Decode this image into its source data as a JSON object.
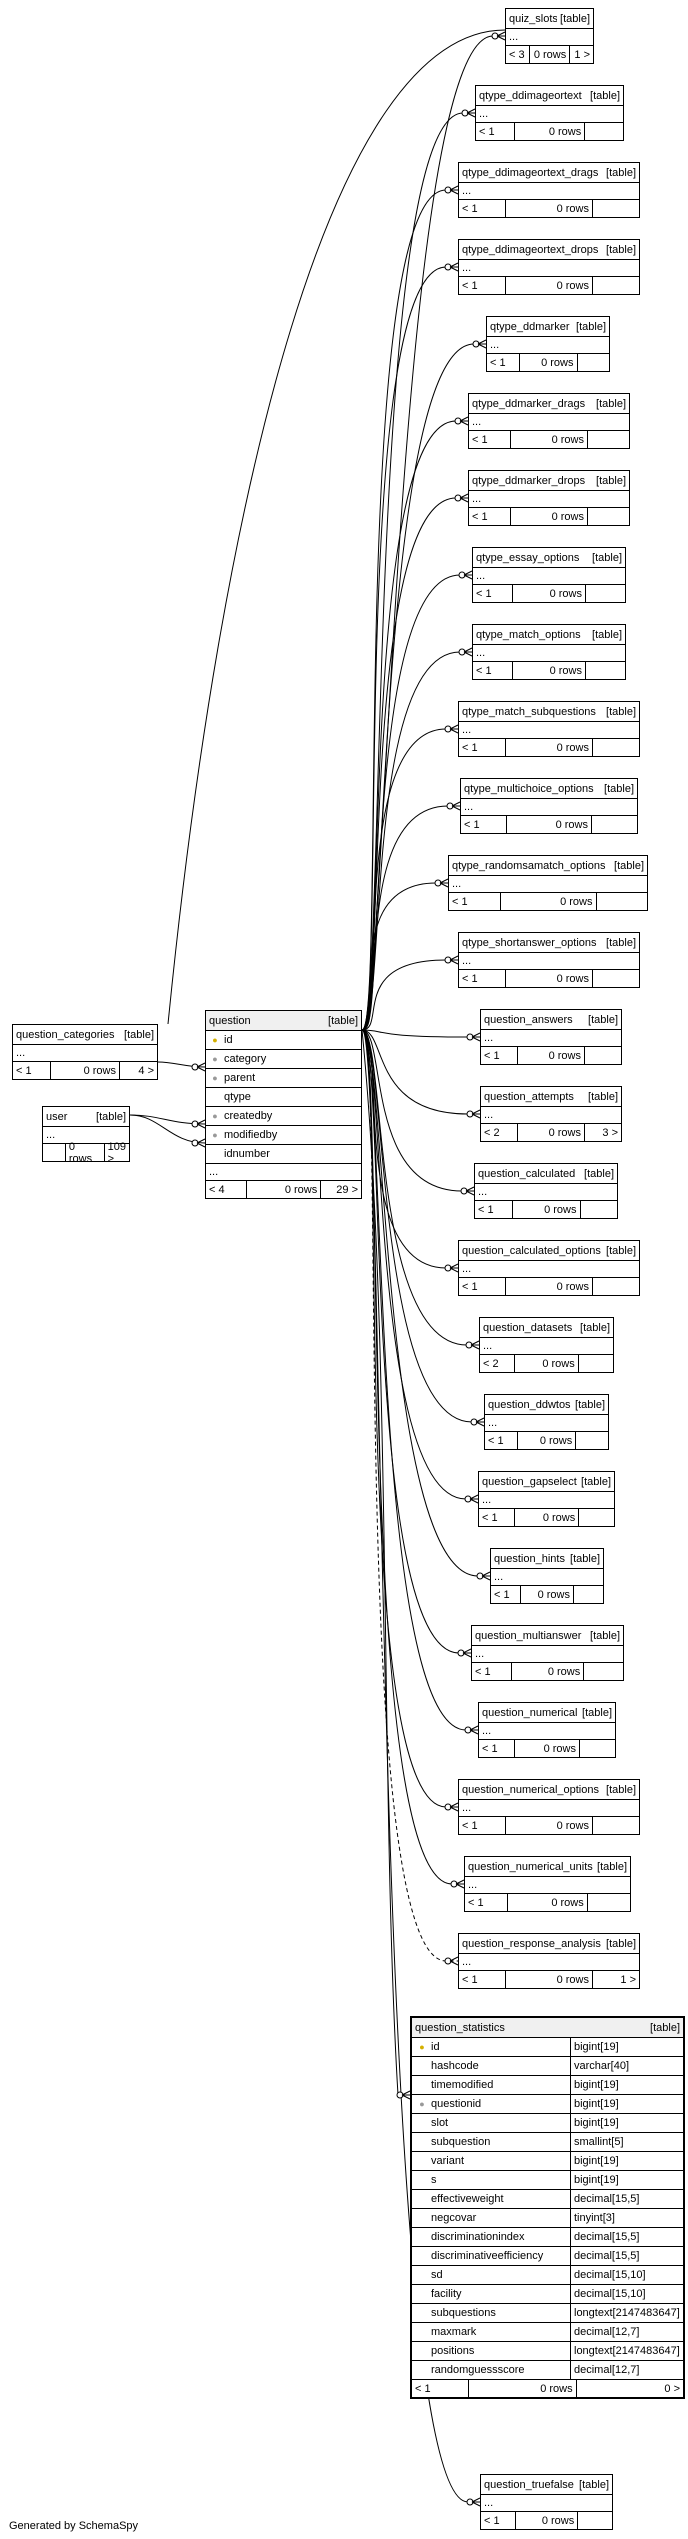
{
  "tables": [
    {
      "id": "quiz_slots",
      "name": "quiz_slots",
      "kind": "[table]",
      "ellipsis": "...",
      "foot": [
        "< 3",
        "0 rows",
        "1 >"
      ]
    },
    {
      "id": "qtype_ddimageortext",
      "name": "qtype_ddimageortext",
      "kind": "[table]",
      "ellipsis": "...",
      "foot": [
        "< 1",
        "0 rows",
        ""
      ]
    },
    {
      "id": "qtype_ddimageortext_drags",
      "name": "qtype_ddimageortext_drags",
      "kind": "[table]",
      "ellipsis": "...",
      "foot": [
        "< 1",
        "0 rows",
        ""
      ]
    },
    {
      "id": "qtype_ddimageortext_drops",
      "name": "qtype_ddimageortext_drops",
      "kind": "[table]",
      "ellipsis": "...",
      "foot": [
        "< 1",
        "0 rows",
        ""
      ]
    },
    {
      "id": "qtype_ddmarker",
      "name": "qtype_ddmarker",
      "kind": "[table]",
      "ellipsis": "...",
      "foot": [
        "< 1",
        "0 rows",
        ""
      ]
    },
    {
      "id": "qtype_ddmarker_drags",
      "name": "qtype_ddmarker_drags",
      "kind": "[table]",
      "ellipsis": "...",
      "foot": [
        "< 1",
        "0 rows",
        ""
      ]
    },
    {
      "id": "qtype_ddmarker_drops",
      "name": "qtype_ddmarker_drops",
      "kind": "[table]",
      "ellipsis": "...",
      "foot": [
        "< 1",
        "0 rows",
        ""
      ]
    },
    {
      "id": "qtype_essay_options",
      "name": "qtype_essay_options",
      "kind": "[table]",
      "ellipsis": "...",
      "foot": [
        "< 1",
        "0 rows",
        ""
      ]
    },
    {
      "id": "qtype_match_options",
      "name": "qtype_match_options",
      "kind": "[table]",
      "ellipsis": "...",
      "foot": [
        "< 1",
        "0 rows",
        ""
      ]
    },
    {
      "id": "qtype_match_subquestions",
      "name": "qtype_match_subquestions",
      "kind": "[table]",
      "ellipsis": "...",
      "foot": [
        "< 1",
        "0 rows",
        ""
      ]
    },
    {
      "id": "qtype_multichoice_options",
      "name": "qtype_multichoice_options",
      "kind": "[table]",
      "ellipsis": "...",
      "foot": [
        "< 1",
        "0 rows",
        ""
      ]
    },
    {
      "id": "qtype_randomsamatch_options",
      "name": "qtype_randomsamatch_options",
      "kind": "[table]",
      "ellipsis": "...",
      "foot": [
        "< 1",
        "0 rows",
        ""
      ]
    },
    {
      "id": "qtype_shortanswer_options",
      "name": "qtype_shortanswer_options",
      "kind": "[table]",
      "ellipsis": "...",
      "foot": [
        "< 1",
        "0 rows",
        ""
      ]
    },
    {
      "id": "question_answers",
      "name": "question_answers",
      "kind": "[table]",
      "ellipsis": "...",
      "foot": [
        "< 1",
        "0 rows",
        ""
      ]
    },
    {
      "id": "question_attempts",
      "name": "question_attempts",
      "kind": "[table]",
      "ellipsis": "...",
      "foot": [
        "< 2",
        "0 rows",
        "3 >"
      ]
    },
    {
      "id": "question_calculated",
      "name": "question_calculated",
      "kind": "[table]",
      "ellipsis": "...",
      "foot": [
        "< 1",
        "0 rows",
        ""
      ]
    },
    {
      "id": "question_calculated_options",
      "name": "question_calculated_options",
      "kind": "[table]",
      "ellipsis": "...",
      "foot": [
        "< 1",
        "0 rows",
        ""
      ]
    },
    {
      "id": "question_datasets",
      "name": "question_datasets",
      "kind": "[table]",
      "ellipsis": "...",
      "foot": [
        "< 2",
        "0 rows",
        ""
      ]
    },
    {
      "id": "question_ddwtos",
      "name": "question_ddwtos",
      "kind": "[table]",
      "ellipsis": "...",
      "foot": [
        "< 1",
        "0 rows",
        ""
      ]
    },
    {
      "id": "question_gapselect",
      "name": "question_gapselect",
      "kind": "[table]",
      "ellipsis": "...",
      "foot": [
        "< 1",
        "0 rows",
        ""
      ]
    },
    {
      "id": "question_hints",
      "name": "question_hints",
      "kind": "[table]",
      "ellipsis": "...",
      "foot": [
        "< 1",
        "0 rows",
        ""
      ]
    },
    {
      "id": "question_multianswer",
      "name": "question_multianswer",
      "kind": "[table]",
      "ellipsis": "...",
      "foot": [
        "< 1",
        "0 rows",
        ""
      ]
    },
    {
      "id": "question_numerical",
      "name": "question_numerical",
      "kind": "[table]",
      "ellipsis": "...",
      "foot": [
        "< 1",
        "0 rows",
        ""
      ]
    },
    {
      "id": "question_numerical_options",
      "name": "question_numerical_options",
      "kind": "[table]",
      "ellipsis": "...",
      "foot": [
        "< 1",
        "0 rows",
        ""
      ]
    },
    {
      "id": "question_numerical_units",
      "name": "question_numerical_units",
      "kind": "[table]",
      "ellipsis": "...",
      "foot": [
        "< 1",
        "0 rows",
        ""
      ]
    },
    {
      "id": "question_response_analysis",
      "name": "question_response_analysis",
      "kind": "[table]",
      "ellipsis": "...",
      "foot": [
        "< 1",
        "0 rows",
        "1 >"
      ]
    },
    {
      "id": "question_truefalse",
      "name": "question_truefalse",
      "kind": "[table]",
      "ellipsis": "...",
      "foot": [
        "< 1",
        "0 rows",
        ""
      ]
    },
    {
      "id": "question_categories",
      "name": "question_categories",
      "kind": "[table]",
      "ellipsis": "...",
      "foot": [
        "< 1",
        "0 rows",
        "4 >"
      ]
    },
    {
      "id": "user",
      "name": "user",
      "kind": "[table]",
      "ellipsis": "...",
      "foot": [
        "",
        "0 rows",
        "109 >"
      ]
    }
  ],
  "question": {
    "name": "question",
    "kind": "[table]",
    "columns": [
      {
        "name": "id",
        "key": "pk"
      },
      {
        "name": "category",
        "key": "fk"
      },
      {
        "name": "parent",
        "key": "fk"
      },
      {
        "name": "qtype",
        "key": ""
      },
      {
        "name": "createdby",
        "key": "fk"
      },
      {
        "name": "modifiedby",
        "key": "fk"
      },
      {
        "name": "idnumber",
        "key": ""
      }
    ],
    "ellipsis": "...",
    "foot": [
      "< 4",
      "0 rows",
      "29 >"
    ]
  },
  "question_statistics": {
    "name": "question_statistics",
    "kind": "[table]",
    "columns": [
      {
        "name": "id",
        "type": "bigint[19]",
        "key": "pk"
      },
      {
        "name": "hashcode",
        "type": "varchar[40]",
        "key": ""
      },
      {
        "name": "timemodified",
        "type": "bigint[19]",
        "key": ""
      },
      {
        "name": "questionid",
        "type": "bigint[19]",
        "key": "fk"
      },
      {
        "name": "slot",
        "type": "bigint[19]",
        "key": ""
      },
      {
        "name": "subquestion",
        "type": "smallint[5]",
        "key": ""
      },
      {
        "name": "variant",
        "type": "bigint[19]",
        "key": ""
      },
      {
        "name": "s",
        "type": "bigint[19]",
        "key": ""
      },
      {
        "name": "effectiveweight",
        "type": "decimal[15,5]",
        "key": ""
      },
      {
        "name": "negcovar",
        "type": "tinyint[3]",
        "key": ""
      },
      {
        "name": "discriminationindex",
        "type": "decimal[15,5]",
        "key": ""
      },
      {
        "name": "discriminativeefficiency",
        "type": "decimal[15,5]",
        "key": ""
      },
      {
        "name": "sd",
        "type": "decimal[15,10]",
        "key": ""
      },
      {
        "name": "facility",
        "type": "decimal[15,10]",
        "key": ""
      },
      {
        "name": "subquestions",
        "type": "longtext[2147483647]",
        "key": ""
      },
      {
        "name": "maxmark",
        "type": "decimal[12,7]",
        "key": ""
      },
      {
        "name": "positions",
        "type": "longtext[2147483647]",
        "key": ""
      },
      {
        "name": "randomguessscore",
        "type": "decimal[12,7]",
        "key": ""
      }
    ],
    "foot": [
      "< 1",
      "0 rows",
      "0 >"
    ]
  },
  "footer_text": "Generated by SchemaSpy",
  "icons": {
    "primary_key": "key-icon",
    "foreign_key": "foreign-key-icon"
  },
  "colors": {
    "primary_key": "#d4b000",
    "foreign_key": "#999999",
    "header_bg": "#f0f0f0"
  }
}
